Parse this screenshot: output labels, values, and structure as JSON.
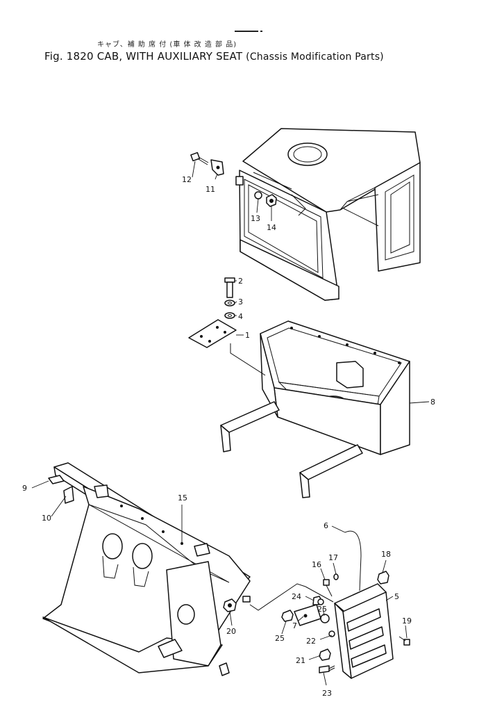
{
  "header": {
    "title_jp": "キャブ、補 助 席 付 (車 体 改 造 部 品)",
    "fig_label": "Fig. 1820",
    "title_en": "CAB, WITH AUXILIARY SEAT",
    "subtitle_en": "(Chassis Modification Parts)"
  },
  "callouts": [
    {
      "id": "c1",
      "label": "1"
    },
    {
      "id": "c2",
      "label": "2"
    },
    {
      "id": "c3",
      "label": "3"
    },
    {
      "id": "c4",
      "label": "4"
    },
    {
      "id": "c5",
      "label": "5"
    },
    {
      "id": "c6",
      "label": "6"
    },
    {
      "id": "c7",
      "label": "7"
    },
    {
      "id": "c8",
      "label": "8"
    },
    {
      "id": "c9",
      "label": "9"
    },
    {
      "id": "c10",
      "label": "10"
    },
    {
      "id": "c11",
      "label": "11"
    },
    {
      "id": "c12",
      "label": "12"
    },
    {
      "id": "c13",
      "label": "13"
    },
    {
      "id": "c14",
      "label": "14"
    },
    {
      "id": "c15",
      "label": "15"
    },
    {
      "id": "c16",
      "label": "16"
    },
    {
      "id": "c17",
      "label": "17"
    },
    {
      "id": "c18",
      "label": "18"
    },
    {
      "id": "c19",
      "label": "19"
    },
    {
      "id": "c20",
      "label": "20"
    },
    {
      "id": "c21",
      "label": "21"
    },
    {
      "id": "c22",
      "label": "22"
    },
    {
      "id": "c23",
      "label": "23"
    },
    {
      "id": "c24",
      "label": "24"
    },
    {
      "id": "c25a",
      "label": "25"
    },
    {
      "id": "c25b",
      "label": "25"
    }
  ]
}
